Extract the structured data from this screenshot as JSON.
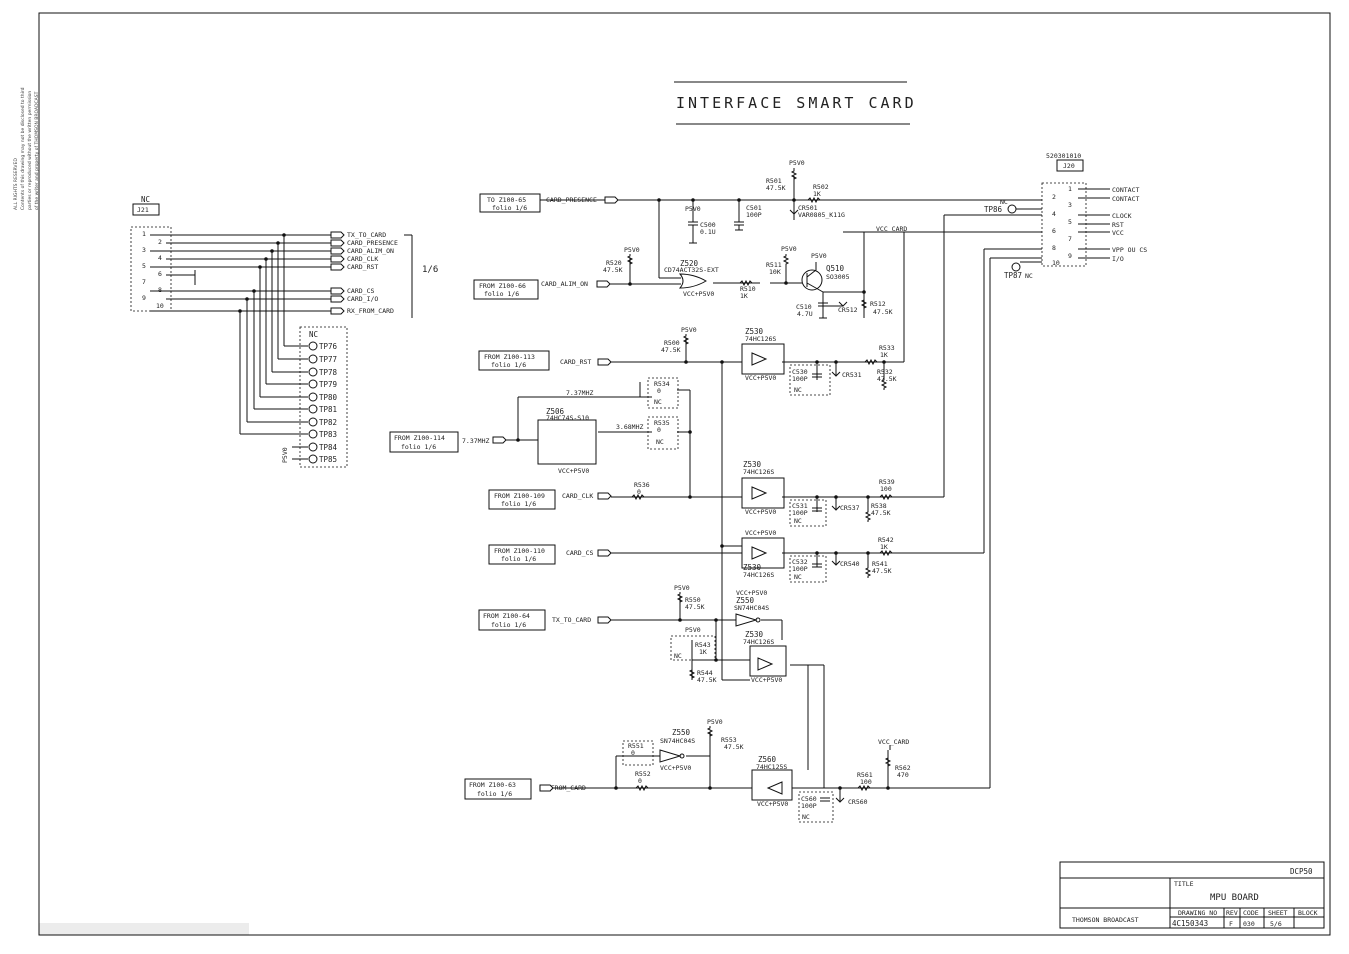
{
  "title": "INTERFACE SMART CARD",
  "side_note": [
    "ALL RIGHTS RESERVED",
    "Contents of this drawing may not be disclosed to third",
    "parties or reproduced without the written permission",
    "of the writer and property of THOMSON BROADCAST"
  ],
  "left_connector": {
    "ref": "J21",
    "nc": "NC",
    "pins": [
      "1",
      "2",
      "3",
      "4",
      "5",
      "6",
      "7",
      "8",
      "9",
      "10"
    ],
    "signals": [
      "TX_TO_CARD",
      "CARD_PRESENCE",
      "CARD_ALIM_ON",
      "CARD_CLK",
      "CARD_RST",
      "CARD_CS",
      "CARD_I/O",
      "RX_FROM_CARD"
    ],
    "folio": "1/6"
  },
  "testpoints": {
    "nc": "NC",
    "labels": [
      "TP76",
      "TP77",
      "TP78",
      "TP79",
      "TP80",
      "TP81",
      "TP82",
      "TP83",
      "TP84",
      "TP85"
    ]
  },
  "right_connector": {
    "part": "520301010",
    "ref": "J20",
    "pins": [
      "1",
      "2",
      "3",
      "4",
      "5",
      "6",
      "7",
      "8",
      "9",
      "10"
    ],
    "signals": [
      "CONTACT",
      "CONTACT",
      "",
      "CLOCK",
      "RST",
      "VCC",
      "",
      "VPP OU CS",
      "I/O"
    ],
    "tp86": "TP86",
    "tp86_nc": "NC",
    "tp87": "TP87",
    "tp87_nc": "NC"
  },
  "ports": [
    {
      "from": "TO Z100-65",
      "folio": "folio 1/6",
      "net": "CARD_PRESENCE"
    },
    {
      "from": "FROM Z100-66",
      "folio": "folio 1/6",
      "net": "CARD_ALIM_ON"
    },
    {
      "from": "FROM Z100-113",
      "folio": "folio 1/6",
      "net": "CARD_RST"
    },
    {
      "from": "FROM Z100-114",
      "folio": "folio 1/6",
      "net": "7.37MHZ"
    },
    {
      "from": "FROM Z100-109",
      "folio": "folio 1/6",
      "net": "CARD_CLK"
    },
    {
      "from": "FROM Z100-110",
      "folio": "folio 1/6",
      "net": "CARD_CS"
    },
    {
      "from": "FROM Z100-64",
      "folio": "folio 1/6",
      "net": "TX_TO_CARD"
    },
    {
      "from": "FROM Z100-63",
      "folio": "folio 1/6",
      "net": "RX_FROM_CARD"
    }
  ],
  "components": {
    "z520": {
      "ref": "Z520",
      "part": "CD74ACT32S-EXT",
      "pwr": "VCC+P5V0"
    },
    "z506": {
      "ref": "Z506",
      "part": "74HC74S-S10",
      "pwr": "VCC+P5V0"
    },
    "z530a": {
      "ref": "Z530",
      "part": "74HC126S",
      "pwr": "VCC+P5V0"
    },
    "z530b": {
      "ref": "Z530",
      "part": "74HC126S",
      "pwr": "VCC+P5V0"
    },
    "z530c": {
      "ref": "Z530",
      "part": "74HC126S",
      "pwr": "VCC+P5V0"
    },
    "z530d": {
      "ref": "Z530",
      "part": "74HC126S",
      "pwr": "VCC+P5V0"
    },
    "z550a": {
      "ref": "Z550",
      "part": "SN74HC04S",
      "pwr": "VCC+P5V0"
    },
    "z550b": {
      "ref": "Z550",
      "part": "SN74HC04S",
      "pwr": "VCC+P5V0"
    },
    "z560": {
      "ref": "Z560",
      "part": "74HC125S",
      "pwr": "VCC+P5V0"
    },
    "q510": {
      "ref": "Q510",
      "part": "SO3005"
    },
    "r501": {
      "ref": "R501",
      "val": "47.5K"
    },
    "r502": {
      "ref": "R502",
      "val": "1K"
    },
    "cr501": {
      "ref": "CR501",
      "part": "VAR0805_K11G"
    },
    "c500": {
      "ref": "C500",
      "val": "0.1U"
    },
    "c501": {
      "ref": "C501",
      "val": "100P"
    },
    "r520": {
      "ref": "R520",
      "val": "47.5K"
    },
    "r511": {
      "ref": "R511",
      "val": "10K"
    },
    "r510": {
      "ref": "R510",
      "val": "1K"
    },
    "c510": {
      "ref": "C510",
      "val": "4.7U"
    },
    "cr512": {
      "ref": "CR512"
    },
    "r512": {
      "ref": "R512",
      "val": "47.5K"
    },
    "r500": {
      "ref": "R500",
      "val": "47.5K"
    },
    "r533": {
      "ref": "R533",
      "val": "1K"
    },
    "r532": {
      "ref": "R532",
      "val": "47.5K"
    },
    "c530": {
      "ref": "C530",
      "val": "100P"
    },
    "cr531": {
      "ref": "CR531"
    },
    "r534": {
      "ref": "R534",
      "val": "0"
    },
    "r535": {
      "ref": "R535",
      "val": "0"
    },
    "r536": {
      "ref": "R536",
      "val": "0"
    },
    "r539": {
      "ref": "R539",
      "val": "100"
    },
    "r538": {
      "ref": "R538",
      "val": "47.5K"
    },
    "c531": {
      "ref": "C531",
      "val": "100P"
    },
    "cr537": {
      "ref": "CR537"
    },
    "r542": {
      "ref": "R542",
      "val": "1K"
    },
    "r541": {
      "ref": "R541",
      "val": "47.5K"
    },
    "c532": {
      "ref": "C532",
      "val": "100P"
    },
    "cr540": {
      "ref": "CR540"
    },
    "r550": {
      "ref": "R550",
      "val": "47.5K"
    },
    "r543": {
      "ref": "R543",
      "val": "1K"
    },
    "r544": {
      "ref": "R544",
      "val": "47.5K"
    },
    "r551": {
      "ref": "R551",
      "val": "0"
    },
    "r553": {
      "ref": "R553",
      "val": "47.5K"
    },
    "r552": {
      "ref": "R552",
      "val": "0"
    },
    "r561": {
      "ref": "R561",
      "val": "100"
    },
    "r562": {
      "ref": "R562",
      "val": "470"
    },
    "c560": {
      "ref": "C560",
      "val": "100P"
    },
    "cr560": {
      "ref": "CR560"
    }
  },
  "nets": {
    "p5v0": "P5V0",
    "vcc_card": "VCC_CARD",
    "f737": "7.37MHZ",
    "f368": "3.68MHZ",
    "nc": "NC"
  },
  "title_block": {
    "code": "DCP50",
    "title_label": "TITLE",
    "title": "MPU BOARD",
    "company": "THOMSON BROADCAST",
    "h_drawing": "DRAWING NO",
    "h_rev": "REV",
    "h_code": "CODE",
    "h_sheet": "SHEET",
    "h_block": "BLOCK",
    "drawing_no": "4C150343",
    "rev": "F",
    "code_val": "030",
    "sheet": "5/6",
    "block": ""
  }
}
